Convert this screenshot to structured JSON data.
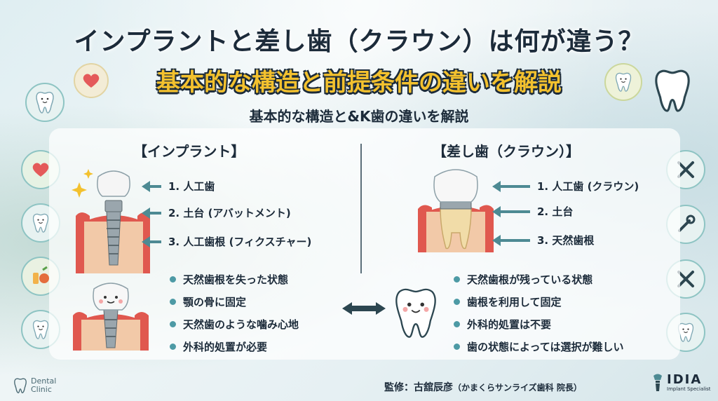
{
  "header": {
    "title": "インプラントと差し歯（クラウン）は何が違う？",
    "subtitle": "基本的な構造と前提条件の違いを解説",
    "subtitle2": "基本的な構造と&K歯の違いを解説"
  },
  "implant": {
    "heading": "【インプラント】",
    "parts": [
      "1. 人工歯",
      "2. 土台 (アバットメント)",
      "3. 人工歯根 (フィクスチャー)"
    ],
    "features": [
      "天然歯根を失った状態",
      "顎の骨に固定",
      "天然歯のような噛み心地",
      "外科的処置が必要"
    ]
  },
  "crown": {
    "heading": "【差し歯（クラウン）】",
    "parts": [
      "1. 人工歯 (クラウン)",
      "2. 土台",
      "3. 天然歯根"
    ],
    "features": [
      "天然歯根が残っている状態",
      "歯根を利用して固定",
      "外科的処置は不要",
      "歯の状態によっては選択が難しい"
    ]
  },
  "footer": {
    "supervisor_label": "監修：古舘辰彦",
    "supervisor_affil": "（かまくらサンライズ歯科 院長）",
    "dental_line1": "Dental",
    "dental_line2": "Clinic",
    "brand": "IDIA",
    "brand_tag": "Implant Specialist"
  },
  "colors": {
    "accent_yellow": "#f3c12e",
    "teal": "#4d8a93",
    "gum": "#e0584f",
    "bone": "#f2c9a8",
    "text": "#1c2b3a"
  },
  "icons": {
    "left": [
      "tooth-sparkle-icon",
      "heart-icon",
      "tooth-face-icon",
      "food-icon",
      "tooth-face-icon"
    ],
    "right": [
      "tools-icon",
      "wrench-icon",
      "tools-icon",
      "tooth-face-icon"
    ],
    "top": [
      "heart-icon",
      "tooth-face-icon",
      "tooth-icon"
    ]
  }
}
